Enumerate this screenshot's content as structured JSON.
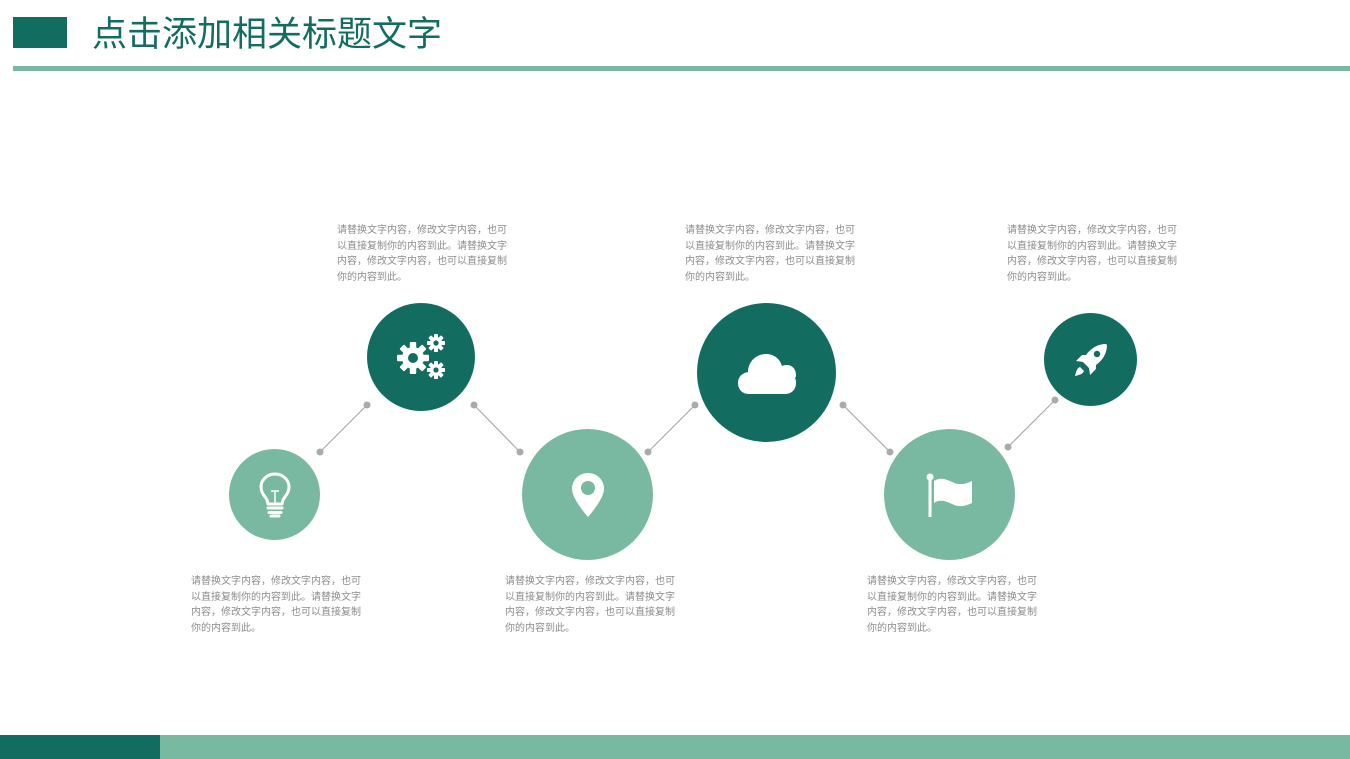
{
  "header": {
    "title": "点击添加相关标题文字"
  },
  "colors": {
    "dark": "#136c60",
    "light": "#79b9a1",
    "connector": "#aaaaaa",
    "text": "#8c8c8c"
  },
  "steps": [
    {
      "icon": "lightbulb-icon",
      "text": "请替换文字内容，修改文字内容，也可以直接复制你的内容到此。请替换文字内容，修改文字内容，也可以直接复制你的内容到此。"
    },
    {
      "icon": "gears-icon",
      "text": "请替换文字内容，修改文字内容，也可以直接复制你的内容到此。请替换文字内容，修改文字内容，也可以直接复制你的内容到此。"
    },
    {
      "icon": "map-pin-icon",
      "text": "请替换文字内容，修改文字内容，也可以直接复制你的内容到此。请替换文字内容，修改文字内容，也可以直接复制你的内容到此。"
    },
    {
      "icon": "cloud-icon",
      "text": "请替换文字内容，修改文字内容，也可以直接复制你的内容到此。请替换文字内容，修改文字内容，也可以直接复制你的内容到此。"
    },
    {
      "icon": "flag-icon",
      "text": "请替换文字内容，修改文字内容，也可以直接复制你的内容到此。请替换文字内容，修改文字内容，也可以直接复制你的内容到此。"
    },
    {
      "icon": "rocket-icon",
      "text": "请替换文字内容，修改文字内容，也可以直接复制你的内容到此。请替换文字内容，修改文字内容，也可以直接复制你的内容到此。"
    }
  ]
}
